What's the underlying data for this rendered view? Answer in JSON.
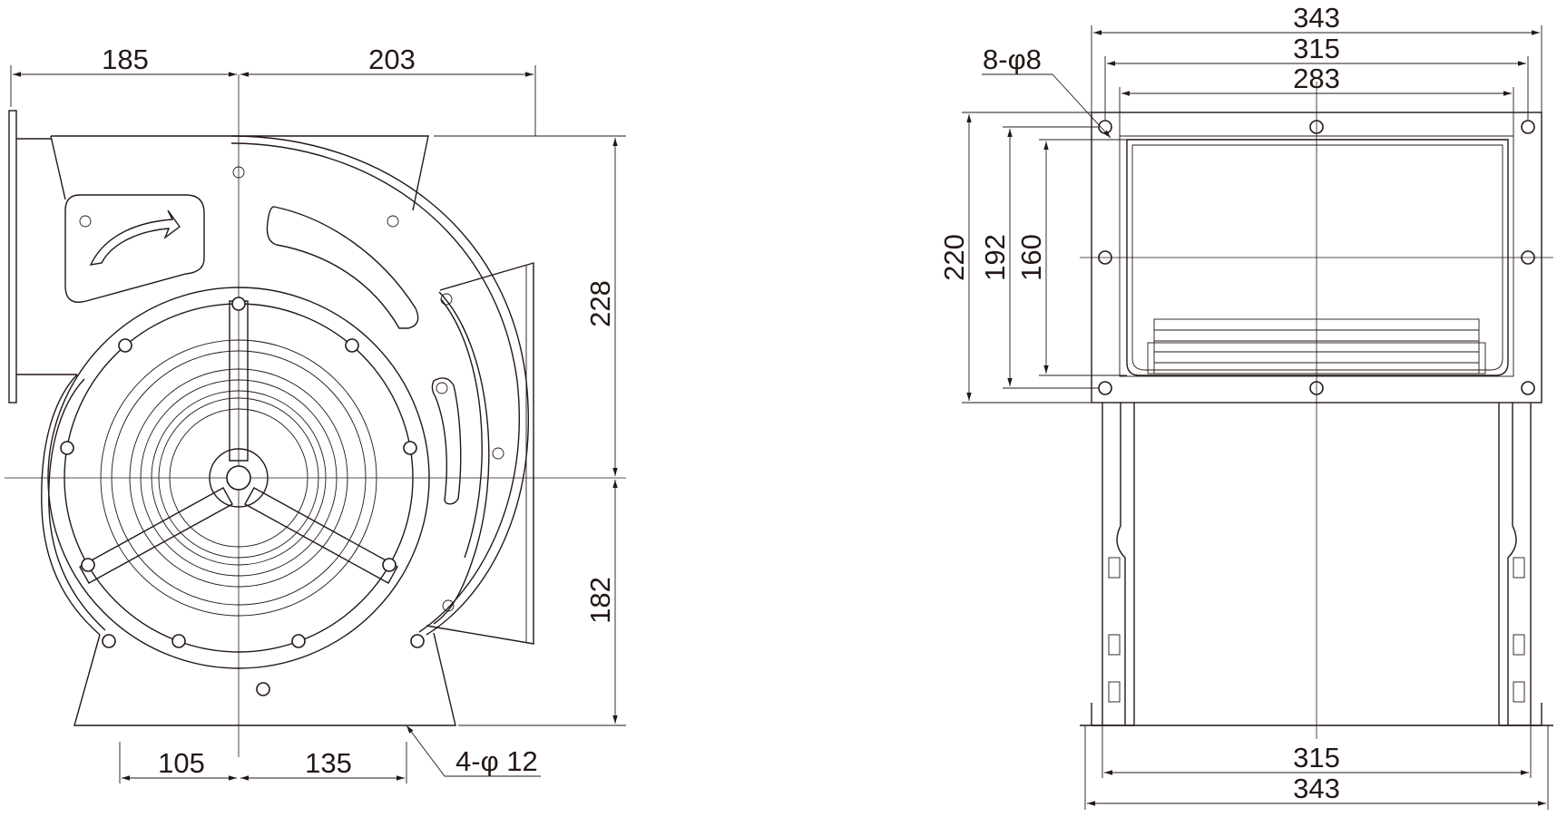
{
  "front_view": {
    "dims": {
      "left_width": "185",
      "right_width": "203",
      "upper_height": "228",
      "lower_height": "182",
      "foot_left": "105",
      "foot_right": "135",
      "foot_holes": "4-φ 12"
    }
  },
  "side_view": {
    "dims": {
      "top_outer": "343",
      "top_bolt": "315",
      "top_inner": "283",
      "holes": "8-φ8",
      "height_outer": "220",
      "height_bolt": "192",
      "height_inner": "160",
      "bottom_bolt": "315",
      "bottom_outer": "343"
    }
  },
  "colors": {
    "line": "#231815",
    "background": "#ffffff"
  }
}
